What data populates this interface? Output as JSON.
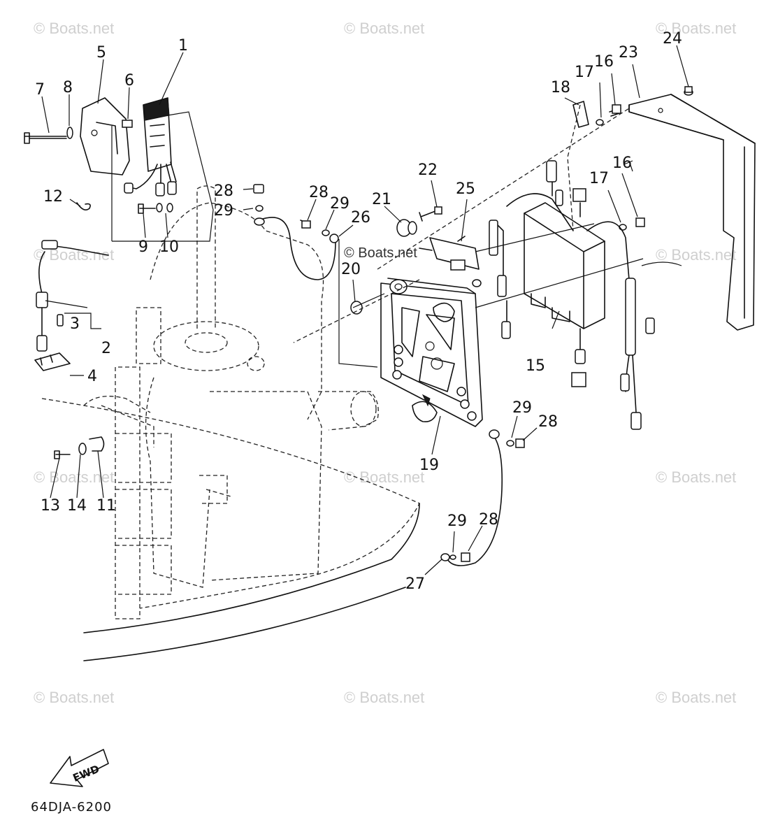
{
  "diagram": {
    "part_code": "64DJA-6200",
    "fwd_label": "FWD",
    "watermark": "© Boats.net",
    "callouts": [
      "1",
      "2",
      "3",
      "4",
      "5",
      "6",
      "7",
      "8",
      "9",
      "10",
      "11",
      "12",
      "13",
      "14",
      "15",
      "16",
      "16",
      "17",
      "17",
      "18",
      "19",
      "20",
      "21",
      "22",
      "23",
      "24",
      "25",
      "26",
      "27",
      "28",
      "28",
      "28",
      "28",
      "29",
      "29",
      "29",
      "29"
    ]
  }
}
